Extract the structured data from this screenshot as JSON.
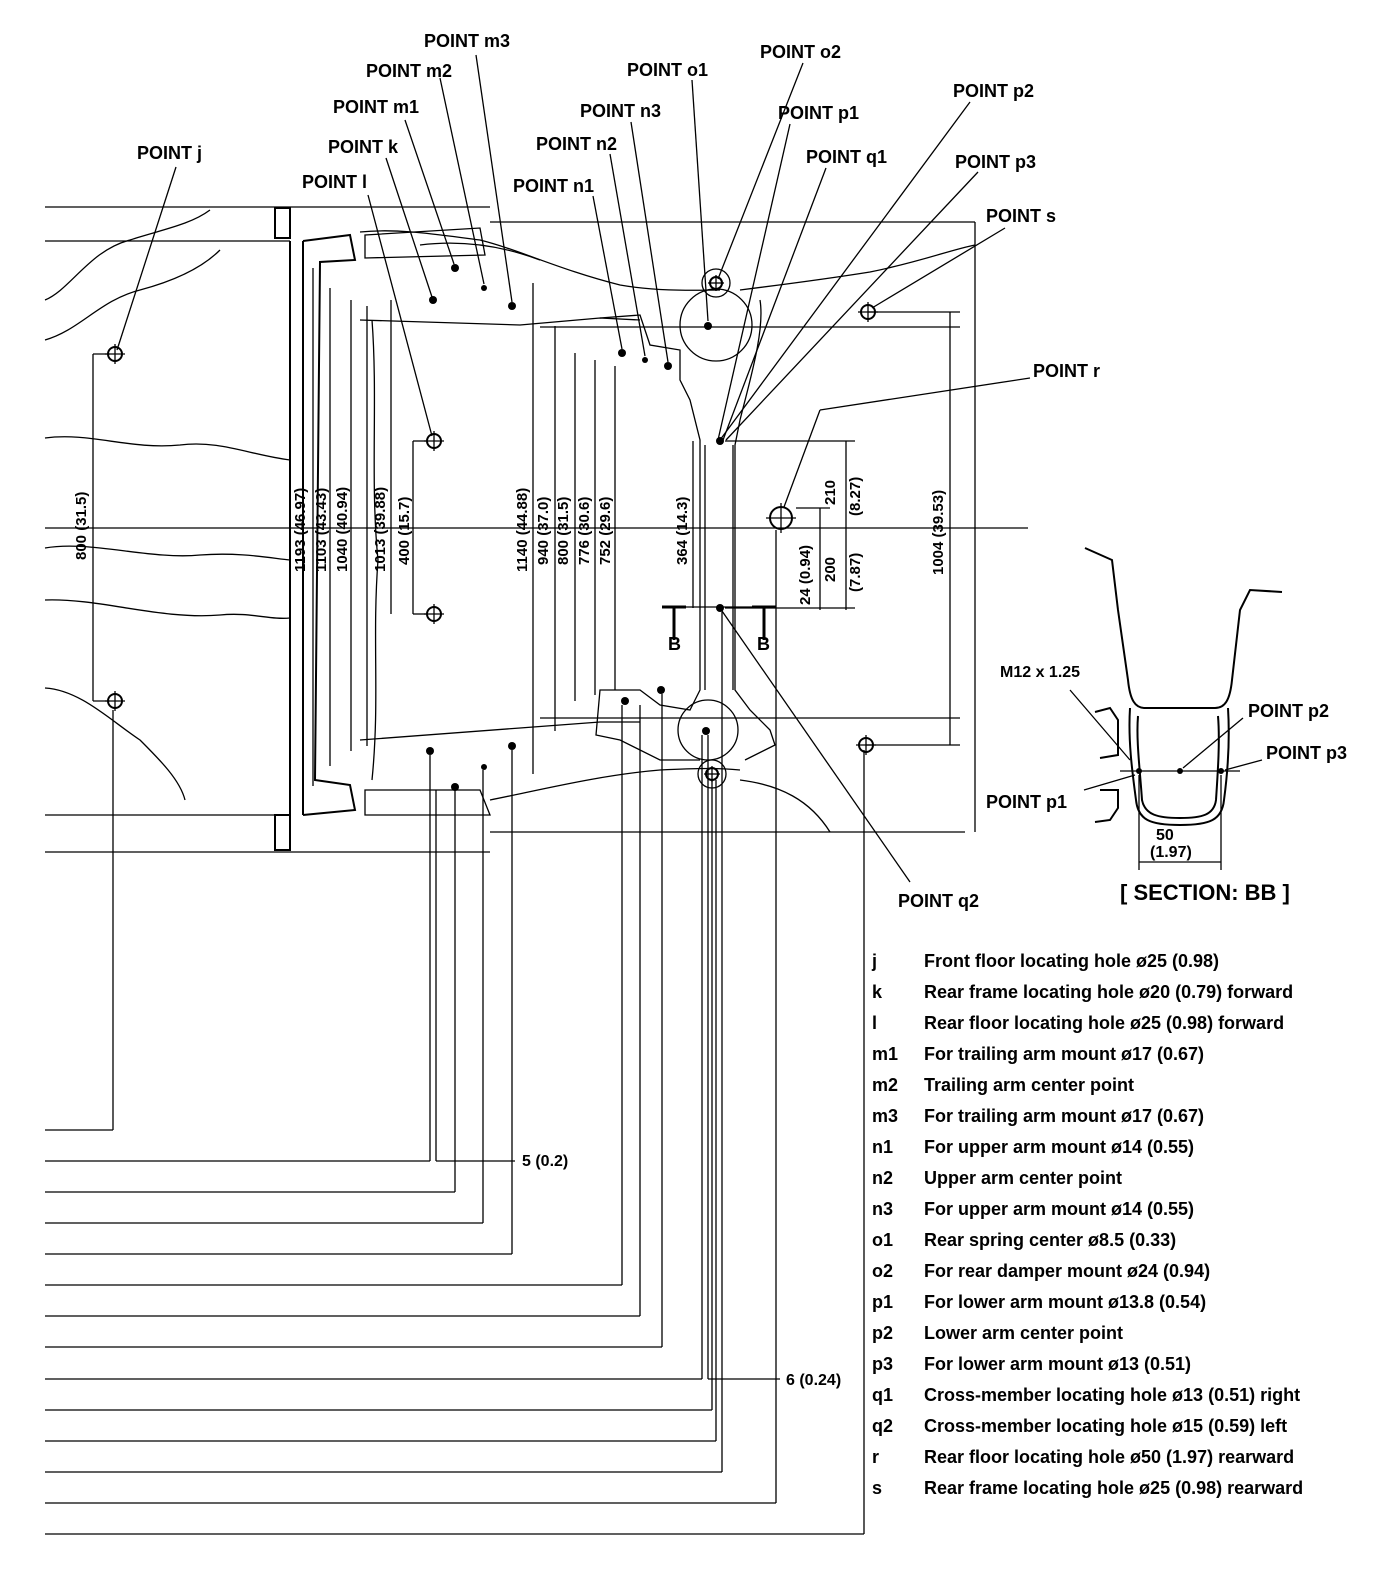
{
  "points": {
    "j": "POINT j",
    "k": "POINT k",
    "l": "POINT l",
    "m1": "POINT m1",
    "m2": "POINT m2",
    "m3": "POINT m3",
    "n1": "POINT n1",
    "n2": "POINT n2",
    "n3": "POINT n3",
    "o1": "POINT o1",
    "o2": "POINT o2",
    "p1": "POINT p1",
    "p2": "POINT p2",
    "p3": "POINT p3",
    "q1": "POINT q1",
    "q2": "POINT q2",
    "r": "POINT r",
    "s": "POINT s"
  },
  "dimensions": {
    "d800_315": "800 (31.5)",
    "d1193": "1193 (46.97)",
    "d1103": "1103 (43.43)",
    "d1040": "1040 (40.94)",
    "d1013": "1013 (39.88)",
    "d400": "400 (15.7)",
    "d1140": "1140 (44.88)",
    "d940": "940 (37.0)",
    "d800b": "800 (31.5)",
    "d776": "776 (30.6)",
    "d752": "752 (29.6)",
    "d364": "364 (14.3)",
    "d210a": "210",
    "d210b": "(8.27)",
    "d200a": "200",
    "d200b": "(7.87)",
    "d24": "24 (0.94)",
    "d1004": "1004 (39.53)",
    "d5": "5 (0.2)",
    "d6": "6 (0.24)"
  },
  "section_marks": {
    "b_left": "B",
    "b_right": "B"
  },
  "section": {
    "thread": "M12 x 1.25",
    "p1": "POINT p1",
    "p2": "POINT p2",
    "p3": "POINT p3",
    "width_mm": "50",
    "width_in": "(1.97)",
    "title": "[ SECTION: BB ]"
  },
  "legend": [
    {
      "code": "j",
      "desc": "Front floor locating hole ø25 (0.98)"
    },
    {
      "code": "k",
      "desc": "Rear frame locating hole ø20 (0.79) forward"
    },
    {
      "code": "l",
      "desc": "Rear floor locating hole ø25 (0.98) forward"
    },
    {
      "code": "m1",
      "desc": "For trailing arm mount ø17 (0.67)"
    },
    {
      "code": "m2",
      "desc": "Trailing arm center point"
    },
    {
      "code": "m3",
      "desc": "For trailing arm mount ø17 (0.67)"
    },
    {
      "code": "n1",
      "desc": "For upper arm mount ø14 (0.55)"
    },
    {
      "code": "n2",
      "desc": "Upper arm center point"
    },
    {
      "code": "n3",
      "desc": "For upper arm mount ø14 (0.55)"
    },
    {
      "code": "o1",
      "desc": "Rear spring center ø8.5 (0.33)"
    },
    {
      "code": "o2",
      "desc": "For rear damper mount ø24 (0.94)"
    },
    {
      "code": "p1",
      "desc": "For lower arm mount ø13.8 (0.54)"
    },
    {
      "code": "p2",
      "desc": "Lower arm center point"
    },
    {
      "code": "p3",
      "desc": "For lower arm mount ø13 (0.51)"
    },
    {
      "code": "q1",
      "desc": "Cross-member locating hole ø13 (0.51) right"
    },
    {
      "code": "q2",
      "desc": "Cross-member locating hole ø15 (0.59) left"
    },
    {
      "code": "r",
      "desc": "Rear floor locating hole ø50 (1.97) rearward"
    },
    {
      "code": "s",
      "desc": "Rear frame locating hole ø25 (0.98) rearward"
    }
  ]
}
